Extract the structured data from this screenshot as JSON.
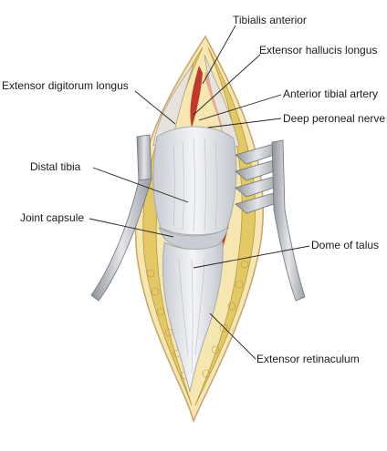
{
  "labels": {
    "tibialis_anterior": "Tibialis anterior",
    "extensor_hallucis_longus": "Extensor hallucis longus",
    "extensor_digitorum_longus": "Extensor digitorum longus",
    "anterior_tibial_artery": "Anterior tibial artery",
    "deep_peroneal_nerve": "Deep peroneal nerve",
    "distal_tibia": "Distal tibia",
    "joint_capsule": "Joint capsule",
    "dome_of_talus": "Dome of talus",
    "extensor_retinaculum": "Extensor retinaculum"
  },
  "colors": {
    "fat": "#e3c866",
    "skin_edge": "#c9a36a",
    "capsule": "#eef0f3",
    "capsule_shade": "#c8ccd3",
    "artery": "#c0392b",
    "nerve": "#e9a98a",
    "retractor": "#b9bcc1",
    "leader": "#222222"
  },
  "icons": [
    "retractor-icon"
  ]
}
